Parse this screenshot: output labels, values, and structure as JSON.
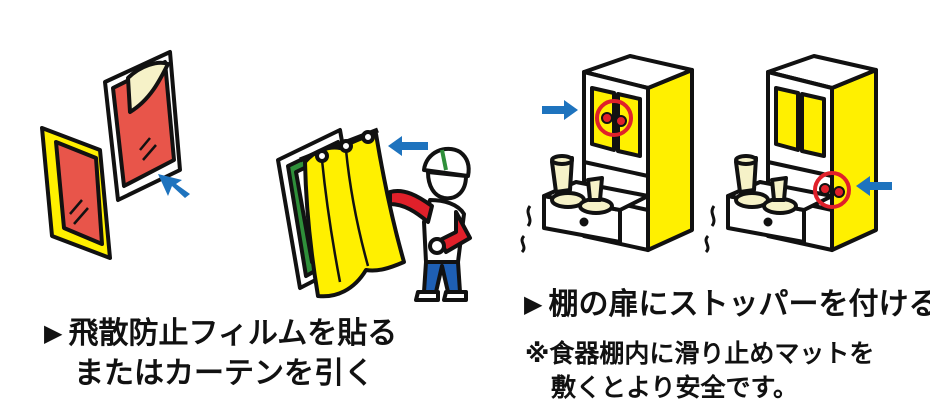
{
  "colors": {
    "yellow": "#fff000",
    "red_glass": "#e8554a",
    "blue_arrow": "#1e73be",
    "green_frame": "#2f8f3a",
    "outline": "#111111",
    "highlight_ring": "#e0202a"
  },
  "icons": [
    "marker-triangle-icon",
    "arrow-icon",
    "reference-mark-icon"
  ],
  "left_caption": {
    "marker": "▶",
    "line1": "飛散防止フィルムを貼る",
    "line2": "またはカーテンを引く"
  },
  "right_caption": {
    "marker": "▶",
    "line1": "棚の扉にストッパーを付ける",
    "note_mark": "※",
    "note_line1": "食器棚内に滑り止めマットを",
    "note_line2": "敷くとより安全です。"
  }
}
